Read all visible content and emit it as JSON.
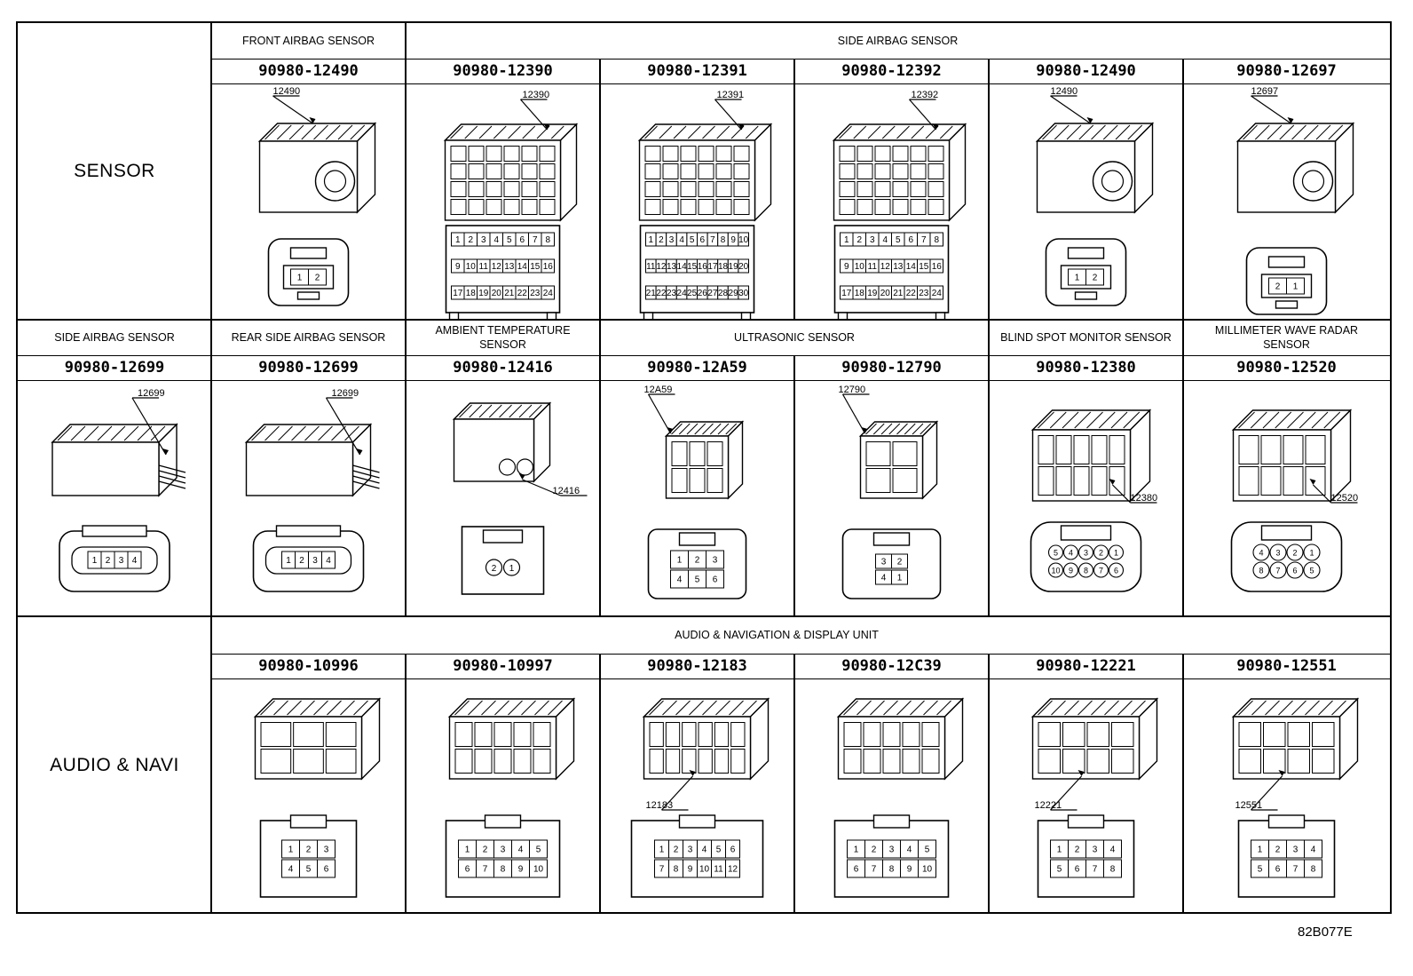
{
  "figure_code": "82B077E",
  "rows": [
    {
      "category": "SENSOR",
      "groups": [
        "FRONT AIRBAG SENSOR",
        "SIDE AIRBAG SENSOR"
      ],
      "parts": [
        {
          "pn": "90980-12490",
          "code": "12490",
          "face": "2pin",
          "pins": [
            "1",
            "2"
          ]
        },
        {
          "pn": "90980-12390",
          "code": "12390",
          "face": "grid",
          "pins": [
            "1",
            "2",
            "3",
            "4",
            "5",
            "6",
            "7",
            "8",
            "9",
            "10",
            "11",
            "12",
            "13",
            "14",
            "15",
            "16",
            "17",
            "18",
            "19",
            "20",
            "21",
            "22",
            "23",
            "24"
          ]
        },
        {
          "pn": "90980-12391",
          "code": "12391",
          "face": "grid",
          "pins": [
            "1",
            "2",
            "3",
            "4",
            "5",
            "6",
            "7",
            "8",
            "9",
            "10",
            "11",
            "12",
            "13",
            "14",
            "15",
            "16",
            "17",
            "18",
            "19",
            "20",
            "21",
            "22",
            "23",
            "24",
            "25",
            "26",
            "27",
            "28",
            "29",
            "30"
          ]
        },
        {
          "pn": "90980-12392",
          "code": "12392",
          "face": "grid",
          "pins": [
            "1",
            "2",
            "3",
            "4",
            "5",
            "6",
            "7",
            "8",
            "9",
            "10",
            "11",
            "12",
            "13",
            "14",
            "15",
            "16",
            "17",
            "18",
            "19",
            "20",
            "21",
            "22",
            "23",
            "24"
          ]
        },
        {
          "pn": "90980-12490",
          "code": "12490",
          "face": "2pin",
          "pins": [
            "1",
            "2"
          ]
        },
        {
          "pn": "90980-12697",
          "code": "12697",
          "face": "2pin-small",
          "pins": [
            "2",
            "1"
          ]
        }
      ]
    },
    {
      "category": "",
      "groups": [
        "SIDE AIRBAG SENSOR",
        "REAR SIDE AIRBAG SENSOR",
        "AMBIENT TEMPERATURE SENSOR",
        "ULTRASONIC SENSOR",
        "BLIND SPOT MONITOR SENSOR",
        "MILLIMETER WAVE RADAR SENSOR"
      ],
      "parts": [
        {
          "pn": "90980-12699",
          "code": "12699",
          "face": "4pin",
          "pins": [
            "1",
            "2",
            "3",
            "4"
          ]
        },
        {
          "pn": "90980-12699",
          "code": "12699",
          "face": "4pin",
          "pins": [
            "1",
            "2",
            "3",
            "4"
          ]
        },
        {
          "pn": "90980-12416",
          "code": "12416",
          "face": "round2",
          "pins": [
            "2",
            "1"
          ]
        },
        {
          "pn": "90980-12A59",
          "code": "12A59",
          "face": "6pin",
          "pins": [
            "1",
            "2",
            "3",
            "4",
            "5",
            "6"
          ]
        },
        {
          "pn": "90980-12790",
          "code": "12790",
          "face": "4sq",
          "pins": [
            "3",
            "2",
            "4",
            "1"
          ]
        },
        {
          "pn": "90980-12380",
          "code": "12380",
          "face": "round10",
          "pins": [
            "5",
            "4",
            "3",
            "2",
            "1",
            "10",
            "9",
            "8",
            "7",
            "6"
          ]
        },
        {
          "pn": "90980-12520",
          "code": "12520",
          "face": "round8",
          "pins": [
            "4",
            "3",
            "2",
            "1",
            "8",
            "7",
            "6",
            "5"
          ]
        }
      ]
    },
    {
      "category": "AUDIO & NAVI",
      "groups": [
        "AUDIO & NAVIGATION & DISPLAY UNIT"
      ],
      "parts": [
        {
          "pn": "90980-10996",
          "code": "",
          "face": "audio6",
          "pins": [
            "1",
            "2",
            "3",
            "4",
            "5",
            "6"
          ]
        },
        {
          "pn": "90980-10997",
          "code": "",
          "face": "audio10",
          "pins": [
            "1",
            "2",
            "3",
            "4",
            "5",
            "6",
            "7",
            "8",
            "9",
            "10"
          ]
        },
        {
          "pn": "90980-12183",
          "code": "12183",
          "face": "audio12",
          "pins": [
            "1",
            "2",
            "3",
            "4",
            "5",
            "6",
            "7",
            "8",
            "9",
            "10",
            "11",
            "12"
          ]
        },
        {
          "pn": "90980-12C39",
          "code": "",
          "face": "audio10b",
          "pins": [
            "1",
            "2",
            "3",
            "4",
            "5",
            "6",
            "7",
            "8",
            "9",
            "10"
          ]
        },
        {
          "pn": "90980-12221",
          "code": "12221",
          "face": "audio8",
          "pins": [
            "1",
            "2",
            "3",
            "4",
            "5",
            "6",
            "7",
            "8"
          ]
        },
        {
          "pn": "90980-12551",
          "code": "12551",
          "face": "audio8",
          "pins": [
            "1",
            "2",
            "3",
            "4",
            "5",
            "6",
            "7",
            "8"
          ]
        }
      ]
    }
  ]
}
